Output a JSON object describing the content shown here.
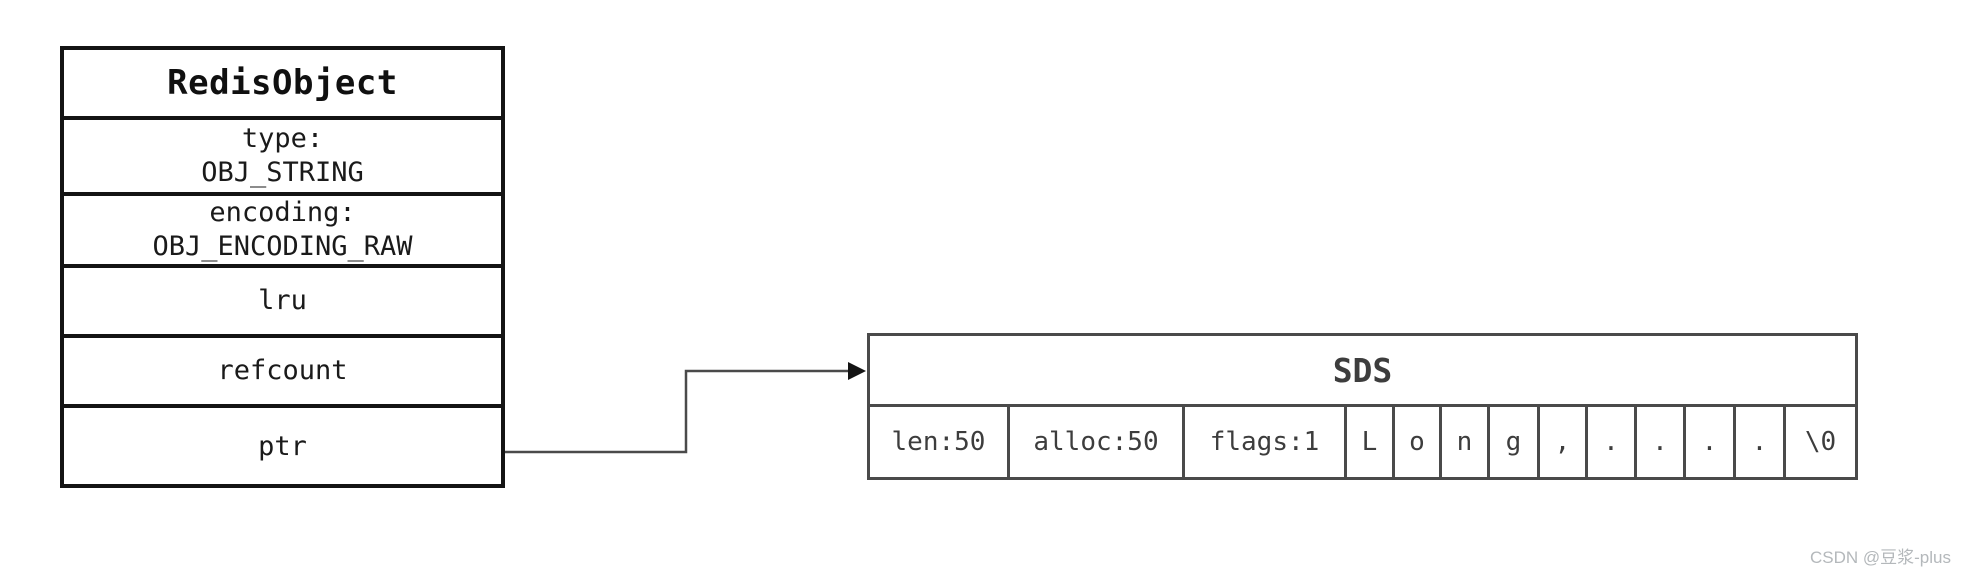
{
  "colors": {
    "background": "#ffffff",
    "redis_border": "#141414",
    "redis_text": "#1a1a1a",
    "sds_border": "#4a4a4a",
    "sds_text": "#3d3d3d",
    "arrow": "#4a4a4a",
    "watermark": "#b4b8bb"
  },
  "redis_object": {
    "title": "RedisObject",
    "rows": [
      {
        "lines": [
          "type:",
          "OBJ_STRING"
        ],
        "height": 72
      },
      {
        "lines": [
          "encoding:",
          "OBJ_ENCODING_RAW"
        ],
        "height": 67
      },
      {
        "lines": [
          "lru"
        ],
        "height": 66
      },
      {
        "lines": [
          "refcount"
        ],
        "height": 66
      },
      {
        "lines": [
          "ptr"
        ],
        "height": 77
      }
    ]
  },
  "sds": {
    "title": "SDS",
    "cells": [
      {
        "label": "len:50",
        "width": 140
      },
      {
        "label": "alloc:50",
        "width": 175
      },
      {
        "label": "flags:1",
        "width": 162
      },
      {
        "label": "L",
        "width": 48
      },
      {
        "label": "o",
        "width": 47
      },
      {
        "label": "n",
        "width": 48
      },
      {
        "label": "g",
        "width": 50
      },
      {
        "label": ",",
        "width": 48
      },
      {
        "label": ".",
        "width": 49
      },
      {
        "label": ".",
        "width": 49
      },
      {
        "label": ".",
        "width": 50
      },
      {
        "label": ".",
        "width": 50
      },
      {
        "label": "\\0",
        "width": 75
      }
    ]
  },
  "connector": {
    "from": "ptr",
    "to": "SDS"
  },
  "watermark": "CSDN @豆浆-plus"
}
